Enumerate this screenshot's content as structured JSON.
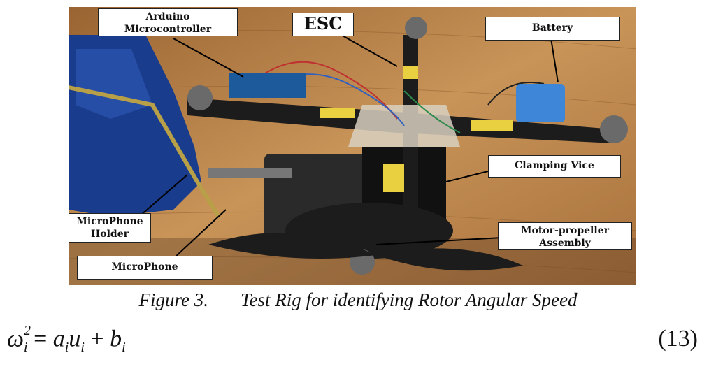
{
  "figure": {
    "labels": {
      "arduino_line1": "Arduino",
      "arduino_line2": "Microcontroller",
      "esc": "ESC",
      "battery": "Battery",
      "clamping_vice": "Clamping Vice",
      "mic_holder_line1": "MicroPhone",
      "mic_holder_line2": "Holder",
      "motor_line1": "Motor-propeller",
      "motor_line2": "Assembly",
      "microphone": "MicroPhone"
    },
    "caption_number": "Figure 3.",
    "caption_text": "Test Rig for identifying Rotor Angular Speed"
  },
  "equation": {
    "omega": "ω",
    "omega_sub": "i",
    "omega_sup": "2",
    "equals": " = ",
    "a": "a",
    "a_sub": "i",
    "u": "u",
    "u_sub": "i",
    "plus": " + ",
    "b": "b",
    "b_sub": "i",
    "number": "(13)"
  },
  "colors": {
    "wood": "#c08a4c",
    "vice_blue": "#1a3c8c",
    "battery_blue": "#3d86d8",
    "frame_black": "#1c1c1c"
  }
}
